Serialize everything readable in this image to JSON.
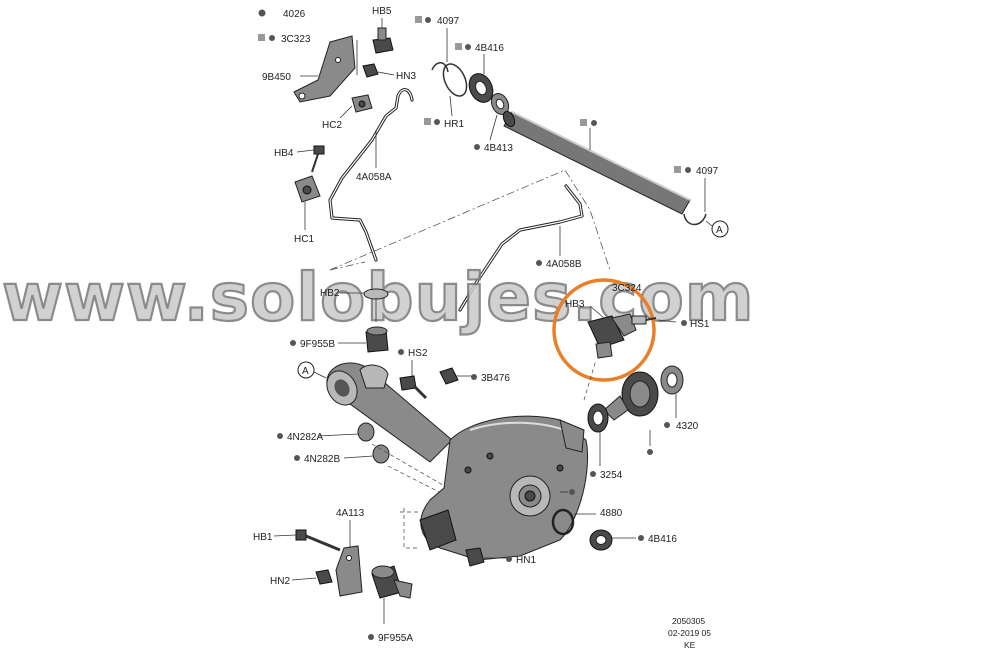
{
  "watermark": "www.solobujes.com",
  "highlight_color": "#e8802a",
  "legend": [
    {
      "code": "4026",
      "marker": "dot"
    },
    {
      "code": "3C323",
      "marker": "square"
    }
  ],
  "labels": {
    "hb5": "HB5",
    "l4097_top": "4097",
    "l4b416_top": "4B416",
    "l9b450": "9B450",
    "hn3": "HN3",
    "hr1": "HR1",
    "hc2": "HC2",
    "l4b413": "4B413",
    "hb4": "HB4",
    "l4a058a": "4A058A",
    "l4097_right": "4097",
    "hc1": "HC1",
    "circle_a_right": "A",
    "l4a058b": "4A058B",
    "hb2": "HB2",
    "hb3": "HB3",
    "l3c324": "3C324",
    "hs1": "HS1",
    "l9f955b": "9F955B",
    "hs2": "HS2",
    "circle_a_left": "A",
    "l3b476": "3B476",
    "l4320": "4320",
    "l4n282a": "4N282A",
    "l4n282b": "4N282B",
    "l3254": "3254",
    "l4880": "4880",
    "l4a113": "4A113",
    "hb1": "HB1",
    "l4b416_bottom": "4B416",
    "hn1": "HN1",
    "hn2": "HN2",
    "l9f955a": "9F955A"
  },
  "footer": {
    "code": "2050305",
    "date": "02-2019 05",
    "initials": "KE"
  }
}
